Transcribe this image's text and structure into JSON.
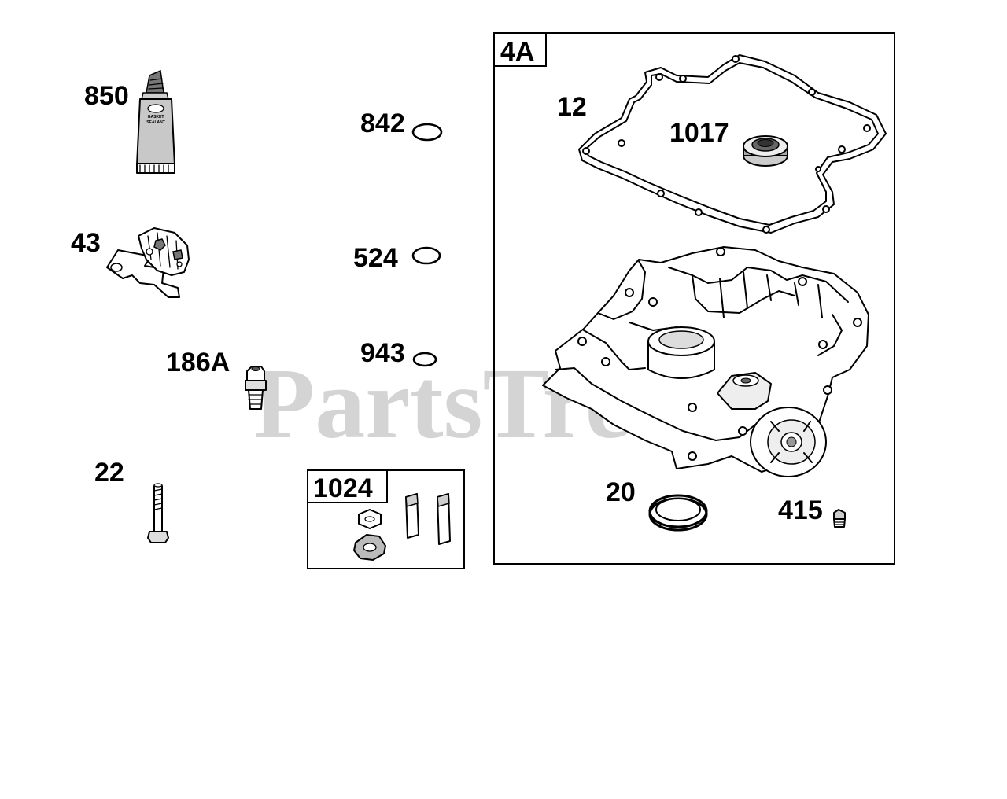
{
  "watermark": "PartsTree",
  "labels": {
    "p850": "850",
    "p43": "43",
    "p186a": "186A",
    "p22": "22",
    "p842": "842",
    "p524": "524",
    "p943": "943",
    "p1024": "1024",
    "p4a": "4A",
    "p12": "12",
    "p1017": "1017",
    "p20": "20",
    "p415": "415"
  },
  "tube_text": {
    "line1": "GASKET",
    "line2": "SEALANT"
  }
}
